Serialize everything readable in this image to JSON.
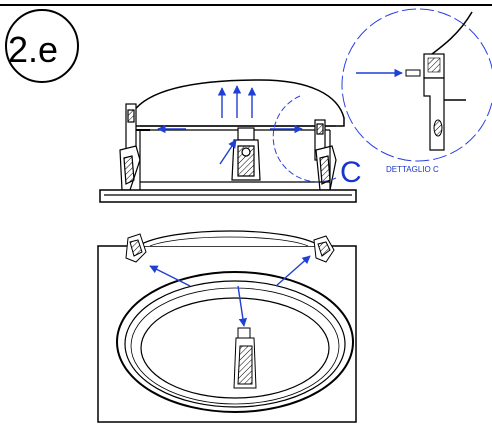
{
  "step_label": "2.e",
  "detail_marker": "C",
  "detail_caption": "DETTAGLIO C",
  "colors": {
    "line": "#000000",
    "arrow": "#1f3fd6",
    "detail_circle": "#2a3fe0",
    "background": "#ffffff"
  }
}
